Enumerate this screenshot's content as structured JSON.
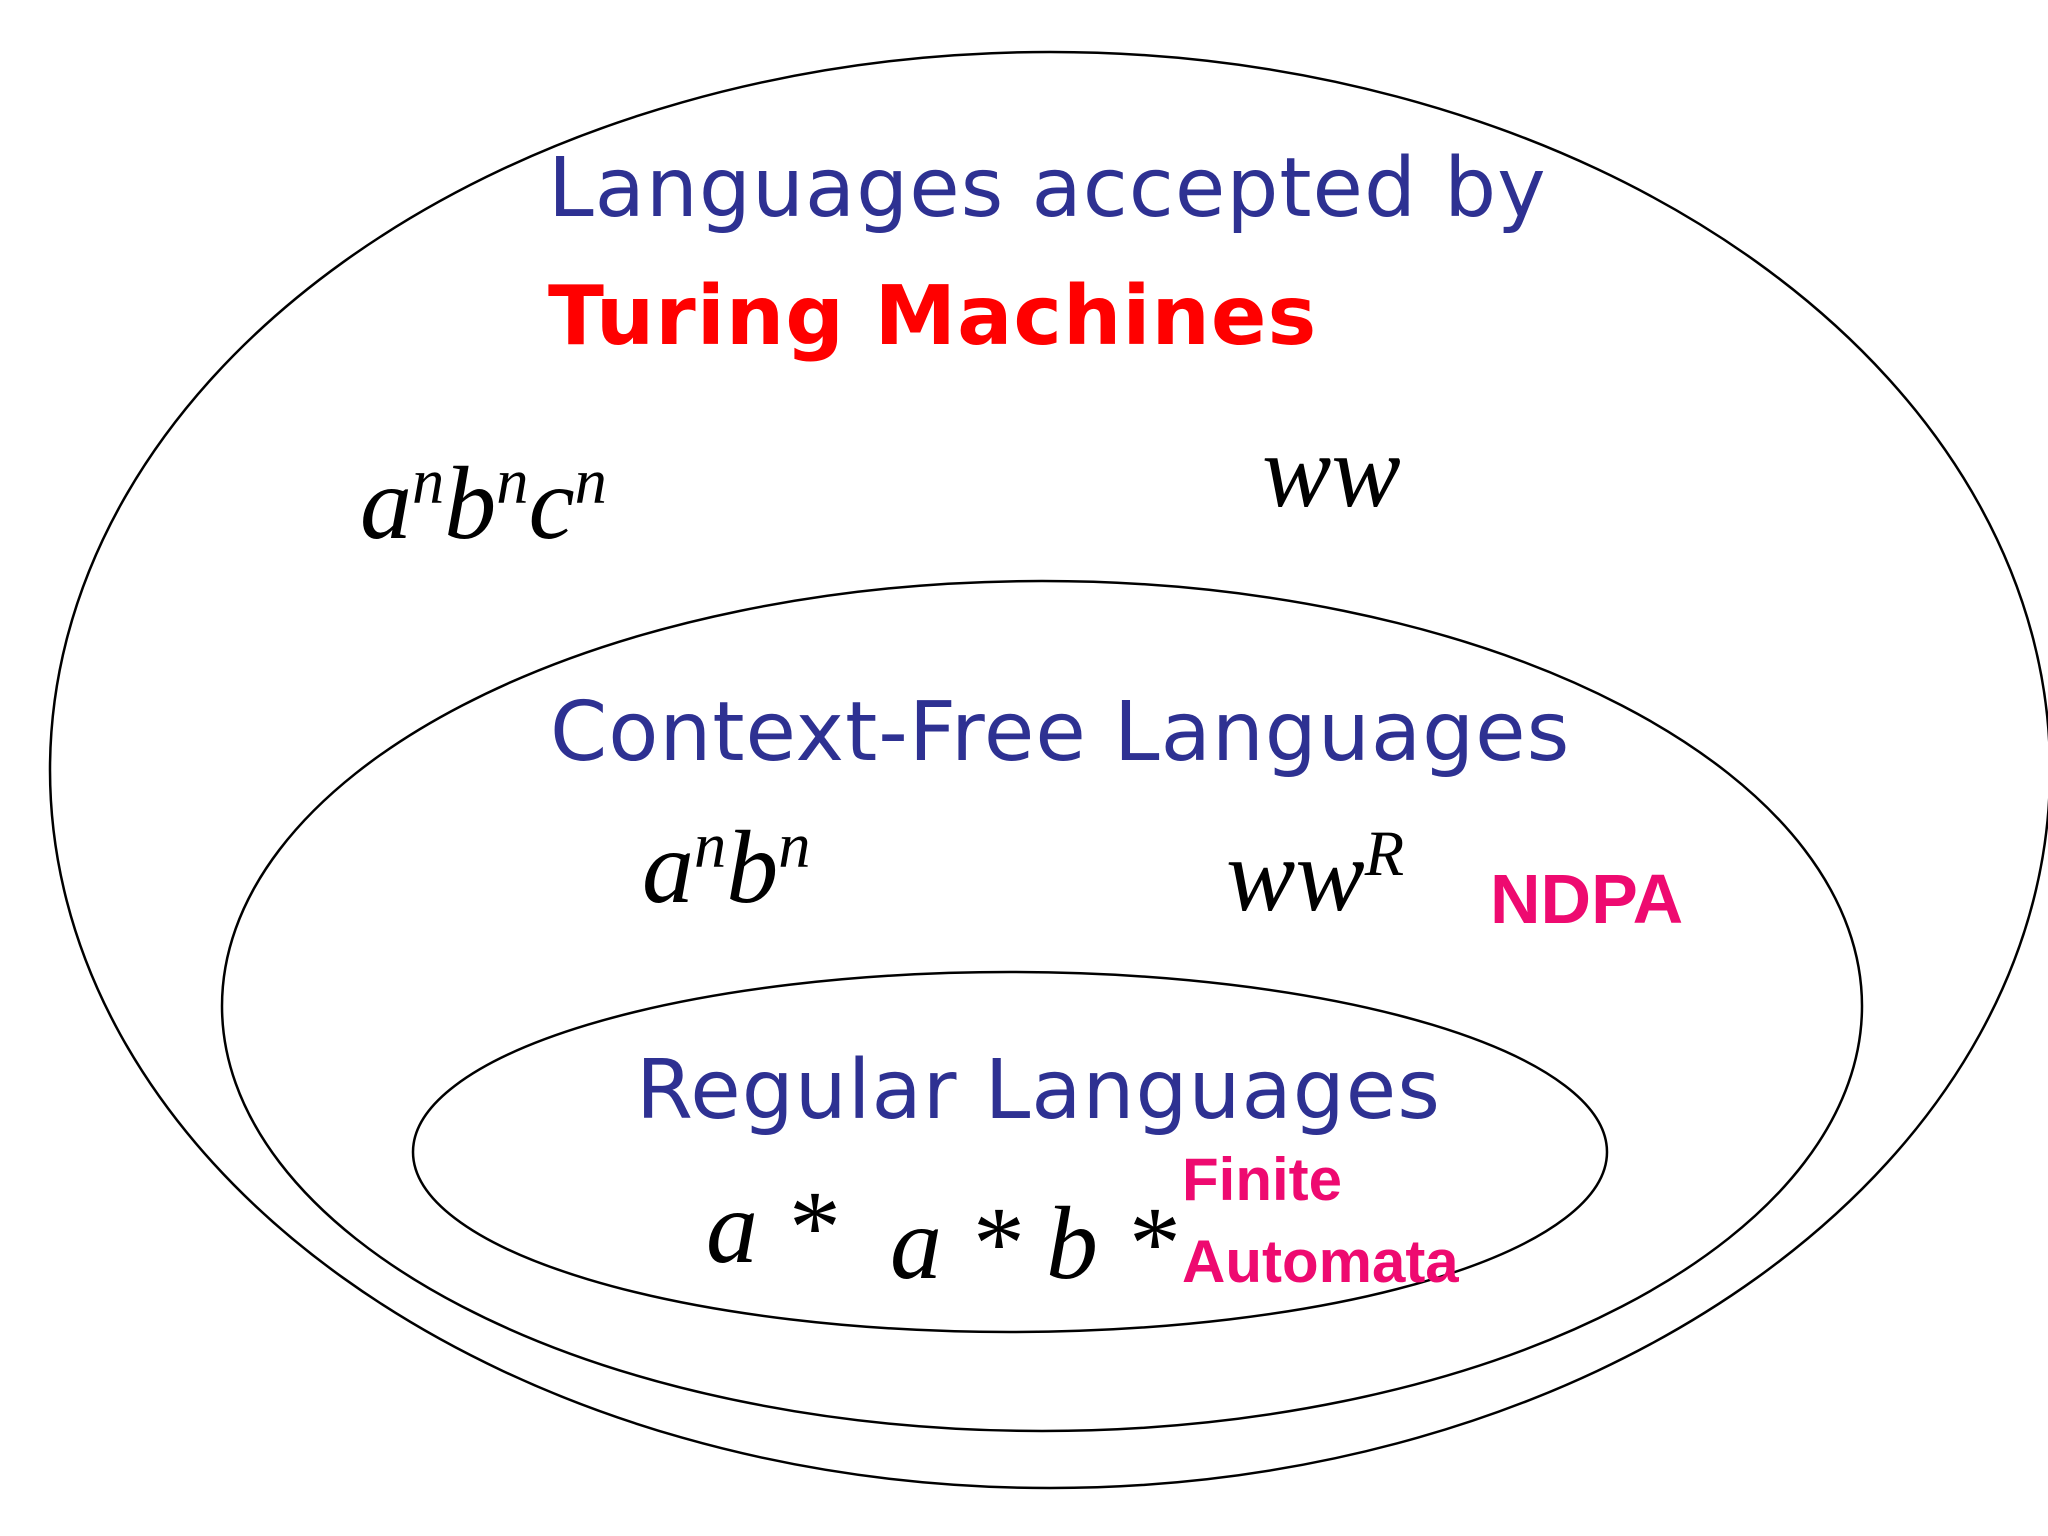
{
  "colors": {
    "heading": "#2e3192",
    "turing": "#ff0000",
    "automaton": "#ee0a70",
    "math": "#000000",
    "outline": "#000000"
  },
  "turing_machines": {
    "title_line1": "Languages accepted by",
    "title_line2": "Turing Machines",
    "examples": [
      {
        "base": [
          "a",
          "b",
          "c"
        ],
        "exp": [
          "n",
          "n",
          "n"
        ]
      },
      {
        "text": "ww"
      }
    ]
  },
  "context_free": {
    "title": "Context-Free Languages",
    "examples": [
      {
        "base": [
          "a",
          "b"
        ],
        "exp": [
          "n",
          "n"
        ]
      },
      {
        "base": "ww",
        "exp": "R"
      }
    ],
    "automaton": "NDPA"
  },
  "regular": {
    "title": "Regular Languages",
    "examples": [
      "a *",
      "a * b *"
    ],
    "automaton_line1": "Finite",
    "automaton_line2": "Automata"
  }
}
